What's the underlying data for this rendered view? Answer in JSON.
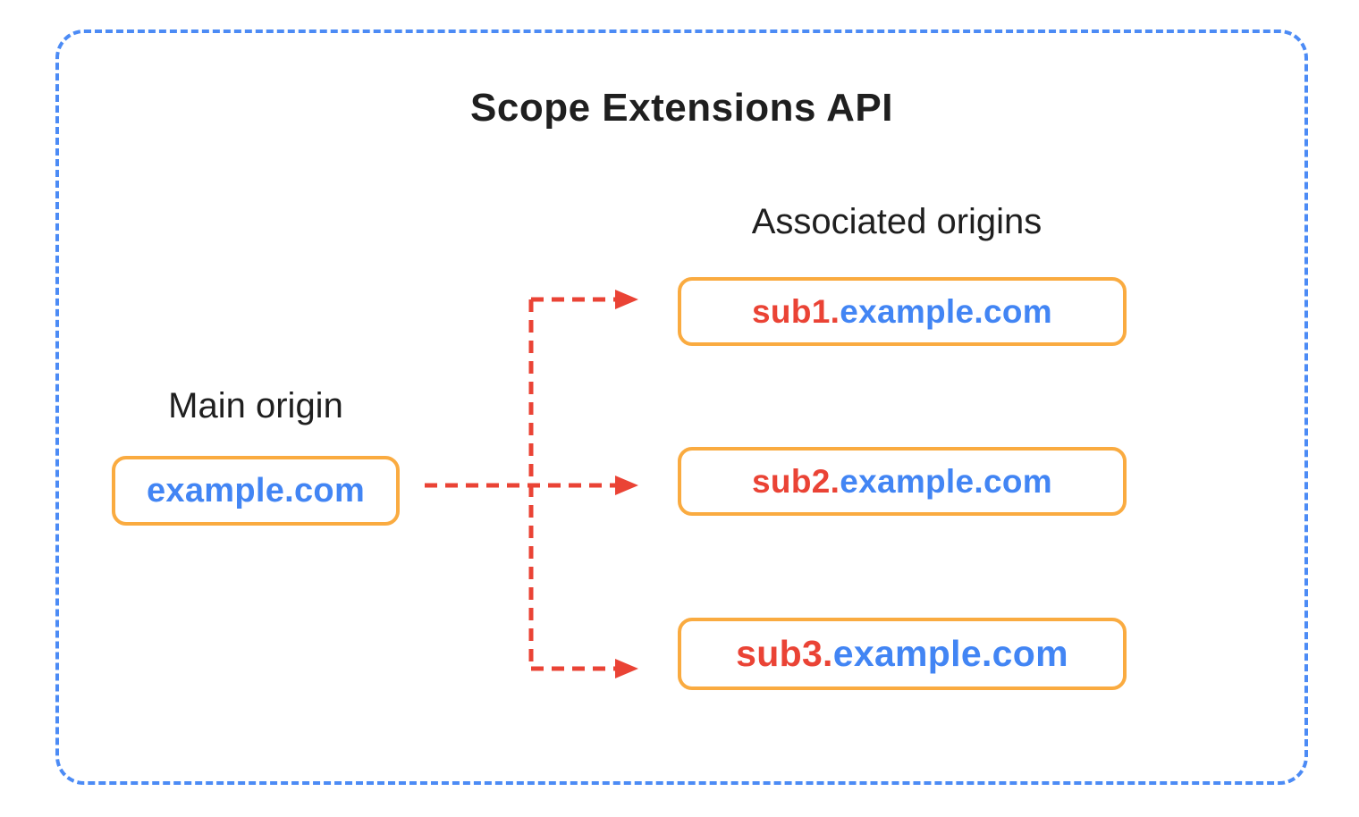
{
  "diagram": {
    "title": "Scope Extensions API",
    "main_origin": {
      "label": "Main origin",
      "value": "example.com"
    },
    "associated_origins": {
      "label": "Associated origins",
      "items": [
        {
          "prefix": "sub1.",
          "suffix": "example.com"
        },
        {
          "prefix": "sub2.",
          "suffix": "example.com"
        },
        {
          "prefix": "sub3.",
          "suffix": "example.com"
        }
      ]
    }
  },
  "theme": {
    "frame": "#4C8BF5",
    "box": "#FAAB40",
    "arrow": "#EA4335",
    "blue": "#4285F4",
    "red": "#EA4335",
    "ink": "#1F1F1F",
    "bg": "#FFFFFF"
  }
}
